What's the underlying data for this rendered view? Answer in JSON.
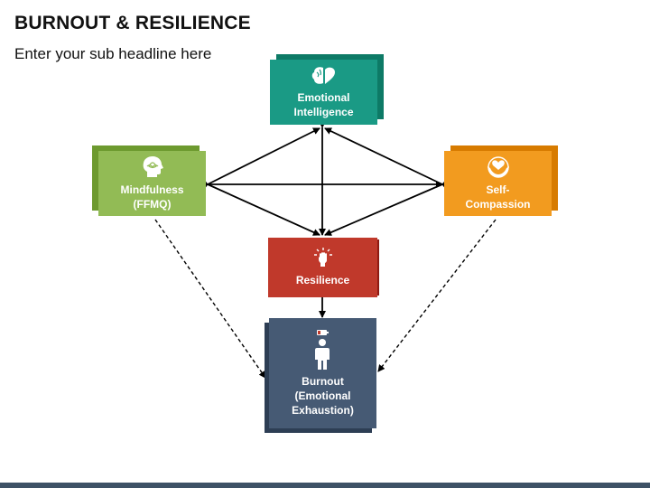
{
  "header": {
    "title": "BURNOUT & RESILIENCE",
    "subtitle": "Enter your sub headline here"
  },
  "nodes": {
    "emotional_intelligence": {
      "label": "Emotional\nIntelligence",
      "icon": "brain-heart-icon",
      "color": "#1a9a85",
      "shadow_color": "#0d7a66"
    },
    "mindfulness": {
      "label": "Mindfulness\n(FFMQ)",
      "icon": "head-lotus-icon",
      "color": "#92bb55",
      "shadow_color": "#6d9a2f"
    },
    "self_compassion": {
      "label": "Self-\nCompassion",
      "icon": "heart-in-hands-icon",
      "color": "#f29b1f",
      "shadow_color": "#d77b00"
    },
    "resilience": {
      "label": "Resilience",
      "icon": "raised-fist-icon",
      "color": "#c0392b",
      "shadow_color": "#8e1a12"
    },
    "burnout": {
      "label": "Burnout\n(Emotional\nExhaustion)",
      "icon": "person-low-battery-icon",
      "color": "#465a74",
      "shadow_color": "#2d3e54"
    }
  },
  "colors": {
    "arrow": "#000000",
    "bottom_bar": "#3d5166"
  }
}
